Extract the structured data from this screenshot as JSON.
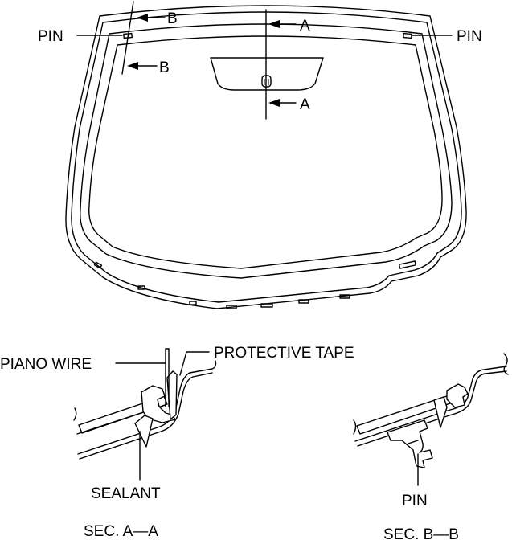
{
  "labels": {
    "pin_left": "PIN",
    "pin_right": "PIN",
    "section_b_top": "B",
    "section_b_bottom": "B",
    "section_a_top": "A",
    "section_a_bottom": "A",
    "piano_wire": "PIANO WIRE",
    "protective_tape": "PROTECTIVE TAPE",
    "sealant": "SEALANT",
    "pin_detail": "PIN",
    "sec_a_caption": "SEC. A—A",
    "sec_b_caption": "SEC. B—B"
  }
}
